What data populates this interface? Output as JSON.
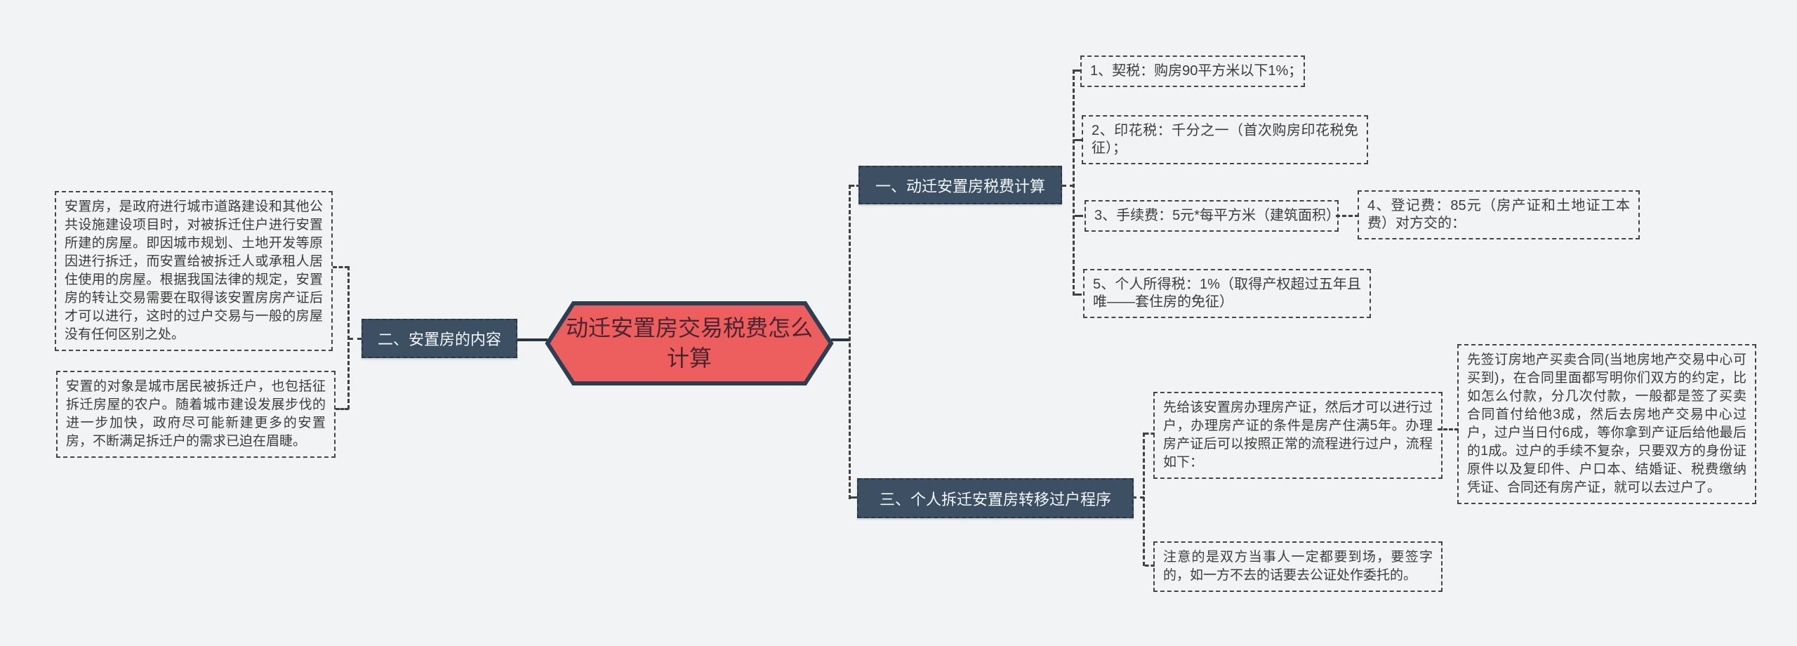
{
  "title": "动迁安置房交易税费怎么计算",
  "colors": {
    "background": "#f2f3f4",
    "central_fill": "#ed5e5e",
    "central_border": "#2c3e52",
    "central_text": "#4b2430",
    "branch_fill": "#3d5063",
    "branch_border": "#263748",
    "branch_text": "#f4f7f9",
    "note_border": "#454545",
    "note_text": "#3c3c3c",
    "connector": "#404040"
  },
  "center": {
    "title": "动迁安置房交易税费怎么计算"
  },
  "branch1": {
    "label": "一、动迁安置房税费计算",
    "items": [
      {
        "text": "1、契税：购房90平方米以下1%；"
      },
      {
        "text": "2、印花税：千分之一（首次购房印花税免征）；"
      },
      {
        "text": "3、手续费：5元*每平方米（建筑面积）"
      },
      {
        "text": "4、登记费：85元（房产证和土地证工本费）对方交的："
      },
      {
        "text": "5、个人所得税：1%（取得产权超过五年且唯——套住房的免征）"
      }
    ]
  },
  "branch2": {
    "label": "二、安置房的内容",
    "notes": [
      {
        "text": "安置房，是政府进行城市道路建设和其他公共设施建设项目时，对被拆迁住户进行安置所建的房屋。即因城市规划、土地开发等原因进行拆迁，而安置给被拆迁人或承租人居住使用的房屋。根据我国法律的规定，安置房的转让交易需要在取得该安置房房产证后才可以进行，这时的过户交易与一般的房屋没有任何区别之处。"
      },
      {
        "text": "安置的对象是城市居民被拆迁户，也包括征拆迁房屋的农户。随着城市建设发展步伐的进一步加快，政府尽可能新建更多的安置房，不断满足拆迁户的需求已迫在眉睫。"
      }
    ]
  },
  "branch3": {
    "label": "三、个人拆迁安置房转移过户程序",
    "steps": [
      {
        "text": "先给该安置房办理房产证，然后才可以进行过户，办理房产证的条件是房产住满5年。办理房产证后可以按照正常的流程进行过户，流程如下："
      },
      {
        "text": "注意的是双方当事人一定都要到场，要签字的，如一方不去的话要去公证处作委托的。"
      }
    ],
    "detail": "先签订房地产买卖合同(当地房地产交易中心可买到)，在合同里面都写明你们双方的约定，比如怎么付款，分几次付款，一般都是签了买卖合同首付给他3成，然后去房地产交易中心过户，过户当日付6成，等你拿到产证后给他最后的1成。过户的手续不复杂，只要双方的身份证原件以及复印件、户口本、结婚证、税费缴纳凭证、合同还有房产证，就可以去过户了。"
  }
}
